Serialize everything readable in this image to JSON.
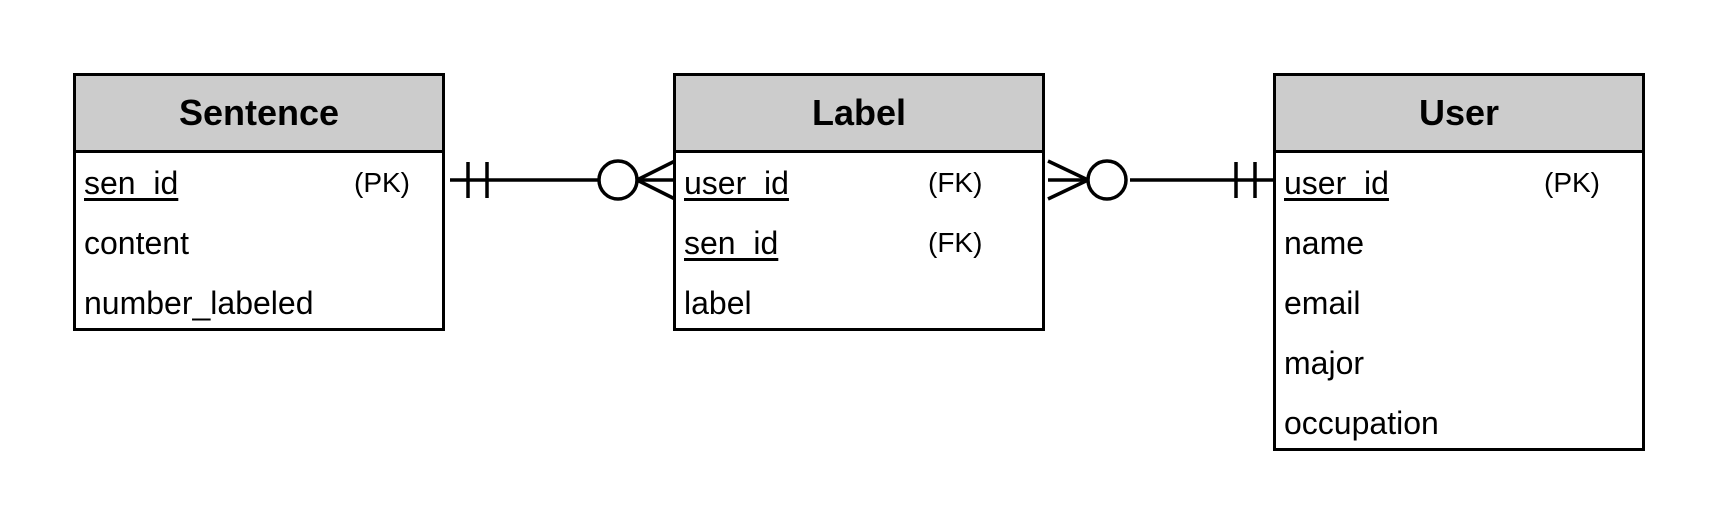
{
  "entities": {
    "sentence": {
      "title": "Sentence",
      "rows": [
        {
          "name": "sen_id",
          "tag": "(PK)"
        },
        {
          "name": "content",
          "tag": ""
        },
        {
          "name": "number_labeled",
          "tag": ""
        }
      ]
    },
    "label": {
      "title": "Label",
      "rows": [
        {
          "name": "user_id",
          "tag": "(FK)"
        },
        {
          "name": "sen_id",
          "tag": "(FK)"
        },
        {
          "name": "label",
          "tag": ""
        }
      ]
    },
    "user": {
      "title": "User",
      "rows": [
        {
          "name": "user_id",
          "tag": "(PK)"
        },
        {
          "name": "name",
          "tag": ""
        },
        {
          "name": "email",
          "tag": ""
        },
        {
          "name": "major",
          "tag": ""
        },
        {
          "name": "occupation",
          "tag": ""
        }
      ]
    }
  },
  "relationships": [
    {
      "from": "Sentence.sen_id",
      "from_cardinality": "exactly-one",
      "to": "Label.sen_id",
      "to_cardinality": "zero-or-many"
    },
    {
      "from": "User.user_id",
      "from_cardinality": "exactly-one",
      "to": "Label.user_id",
      "to_cardinality": "zero-or-many"
    }
  ],
  "colors": {
    "header_fill": "#cccccc",
    "line": "#000000",
    "background": "#ffffff"
  }
}
